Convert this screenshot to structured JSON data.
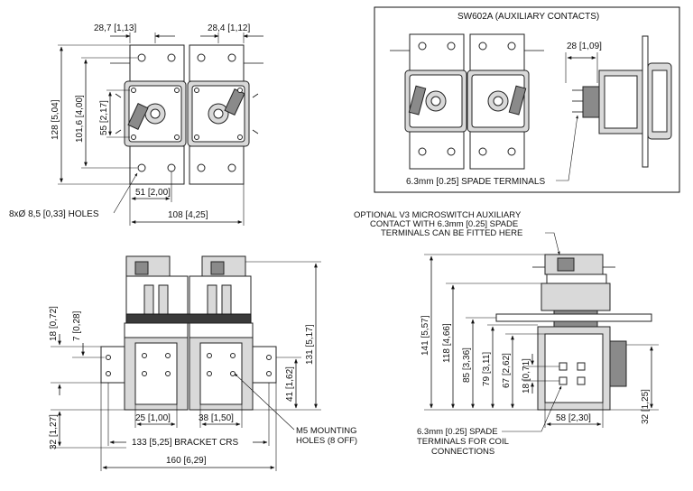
{
  "views": {
    "top": {
      "dims": {
        "w_left": "28,7 [1,13]",
        "w_right": "28,4 [1,12]",
        "h_total": "128 [5,04]",
        "h_holes": "101,6 [4,00]",
        "h_body": "55 [2,17]",
        "w_51": "51 [2,00]",
        "w_108": "108 [4,25]"
      },
      "holes_note": "8xØ 8,5 [0,33] HOLES"
    },
    "aux": {
      "title": "SW602A (AUXILIARY CONTACTS)",
      "dim_28": "28 [1,09]",
      "spade_note": "6.3mm [0.25] SPADE TERMINALS"
    },
    "front": {
      "dims": {
        "h_18": "18 [0,72]",
        "h_7": "7 [0,28]",
        "h_131": "131 [5,17]",
        "h_41": "41 [1,62]",
        "h_32": "32 [1,27]",
        "w_25": "25 [1,00]",
        "w_38": "38 [1,50]",
        "w_133": "133 [5,25] BRACKET CRS",
        "w_160": "160 [6,29]"
      },
      "mount_note_1": "M5 MOUNTING",
      "mount_note_2": "HOLES (8 OFF)"
    },
    "side": {
      "v3_note_1": "OPTIONAL V3 MICROSWITCH AUXILIARY",
      "v3_note_2": "CONTACT WITH 6.3mm [0.25] SPADE",
      "v3_note_3": "TERMINALS CAN BE FITTED HERE",
      "dims": {
        "h_141": "141 [5,57]",
        "h_118": "118 [4,66]",
        "h_85": "85 [3,36]",
        "h_79": "79 [3,11]",
        "h_67": "67 [2,62]",
        "h_18": "18 [0,71]",
        "h_32": "32 [1,25]",
        "w_58": "58 [2,30]"
      },
      "spade_note_1": "6.3mm [0.25] SPADE",
      "spade_note_2": "TERMINALS FOR COIL",
      "spade_note_3": "CONNECTIONS"
    }
  }
}
